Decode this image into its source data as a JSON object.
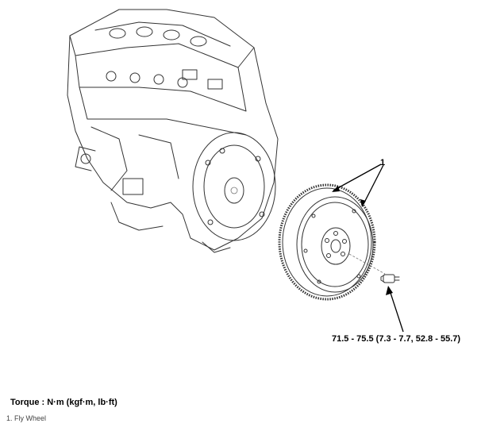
{
  "diagram": {
    "callout_number": "1",
    "torque_spec": "71.5 - 75.5 (7.3 - 7.7, 52.8 - 55.7)"
  },
  "legend": {
    "title": "Torque : N·m (kgf·m, lb·ft)",
    "items": [
      "1. Fly Wheel"
    ]
  }
}
